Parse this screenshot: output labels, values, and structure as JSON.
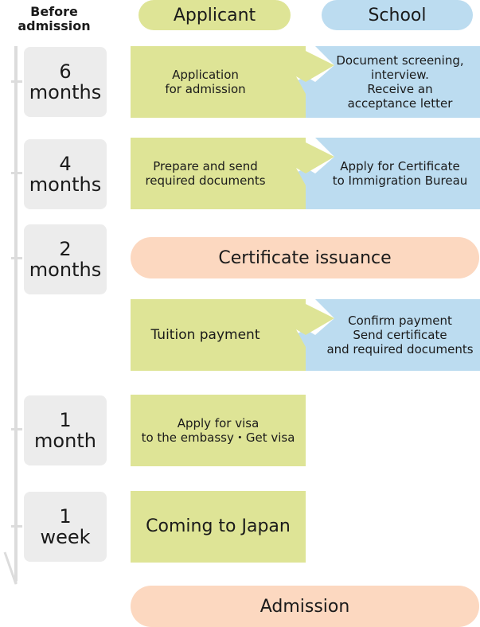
{
  "header": {
    "before_admission": "Before\nadmission",
    "applicant": "Applicant",
    "school": "School"
  },
  "colors": {
    "applicant_green": "#dee496",
    "school_blue": "#bcdcf0",
    "milestone_orange": "#fcd8c0",
    "time_gray": "#ececec"
  },
  "timeline": [
    {
      "label": "6\nmonths"
    },
    {
      "label": "4\nmonths"
    },
    {
      "label": "2\nmonths"
    },
    {
      "label": "1\nmonth"
    },
    {
      "label": "1\nweek"
    }
  ],
  "steps": {
    "application": {
      "applicant": "Application\nfor admission",
      "school": "Document screening,\ninterview.\nReceive an\nacceptance letter"
    },
    "documents": {
      "applicant": "Prepare and send\nrequired documents",
      "school": "Apply for Certificate\nto Immigration Bureau"
    },
    "certificate": "Certificate issuance",
    "tuition": {
      "applicant": "Tuition payment",
      "school": "Confirm payment\nSend certificate\nand required documents"
    },
    "visa": "Apply for visa\nto the embassy・Get visa",
    "arrival": "Coming to Japan",
    "admission": "Admission"
  }
}
